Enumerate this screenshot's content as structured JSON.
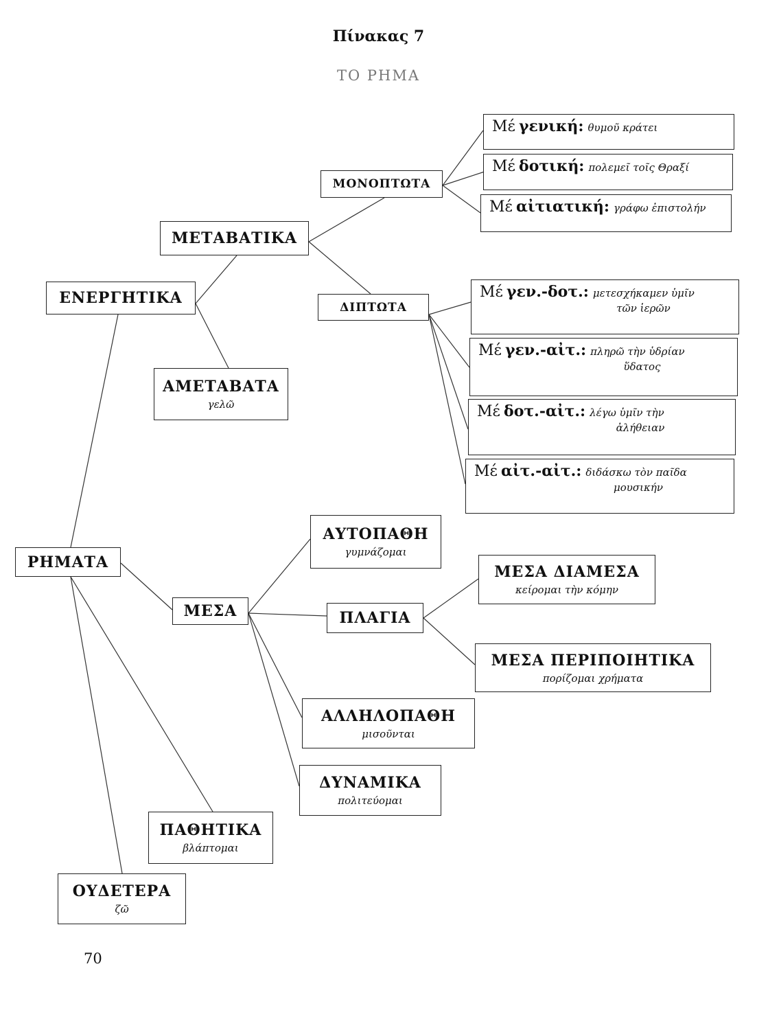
{
  "header": {
    "title": "Πίνακας 7",
    "subtitle": "ΤΟ ΡΗΜΑ"
  },
  "nodes": {
    "rimata": {
      "label": "ΡΗΜΑΤΑ"
    },
    "energitika": {
      "label": "ΕΝΕΡΓΗΤΙΚΑ"
    },
    "metavatika": {
      "label": "ΜΕΤΑΒΑΤΙΚΑ"
    },
    "ametavata": {
      "label": "ΑΜΕΤΑΒΑΤΑ",
      "example": "γελῶ"
    },
    "monoptota": {
      "label": "ΜΟΝΟΠΤΩΤΑ"
    },
    "diptota": {
      "label": "ΔΙΠΤΩΤΑ"
    },
    "mesa": {
      "label": "ΜΕΣΑ"
    },
    "aftopathi": {
      "label": "ΑΥΤΟΠΑΘΗ",
      "example": "γυμνάζομαι"
    },
    "plagia": {
      "label": "ΠΛΑΓΙΑ"
    },
    "mesa_diamesa": {
      "label": "ΜΕΣΑ ΔΙΑΜΕΣΑ",
      "example": "κείρομαι τὴν κόμην"
    },
    "mesa_peripoiitika": {
      "label": "ΜΕΣΑ ΠΕΡΙΠΟΙΗΤΙΚΑ",
      "example": "πορίζομαι χρήματα"
    },
    "allilopathi": {
      "label": "ΑΛΛΗΛΟΠΑΘΗ",
      "example": "μισοῦνται"
    },
    "dynamika": {
      "label": "ΔΥΝΑΜΙΚΑ",
      "example": "πολιτεύομαι"
    },
    "pathitika": {
      "label": "ΠΑΘΗΤΙΚΑ",
      "example": "βλάπτομαι"
    },
    "oudetera": {
      "label": "ΟΥΔΕΤΕΡΑ",
      "example": "ζῶ"
    }
  },
  "monoptota_cases": [
    {
      "prefix": "Μέ",
      "case": "γενική:",
      "example": "θυμοῦ κράτει"
    },
    {
      "prefix": "Μέ",
      "case": "δοτική:",
      "example": "πολεμεῖ τοῖς Θραξί"
    },
    {
      "prefix": "Μέ",
      "case": "αἰτιατική:",
      "example": "γράφω ἐπιστολήν"
    }
  ],
  "diptota_cases": [
    {
      "prefix": "Μέ",
      "case": "γεν.-δοτ.:",
      "example": "μετεσχήκαμεν ὑμῖν",
      "example2": "τῶν ἱερῶν"
    },
    {
      "prefix": "Μέ",
      "case": "γεν.-αἰτ.:",
      "example": "πληρῶ τὴν ὑδρίαν",
      "example2": "ὕδατος"
    },
    {
      "prefix": "Μέ",
      "case": "δοτ.-αἰτ.:",
      "example": "λέγω ὑμῖν τὴν",
      "example2": "ἀλήθειαν"
    },
    {
      "prefix": "Μέ",
      "case": "αἰτ.-αἰτ.:",
      "example": "διδάσκω τὸν παῖδα",
      "example2": "μουσικήν"
    }
  ],
  "footer": {
    "page_number": "70"
  }
}
